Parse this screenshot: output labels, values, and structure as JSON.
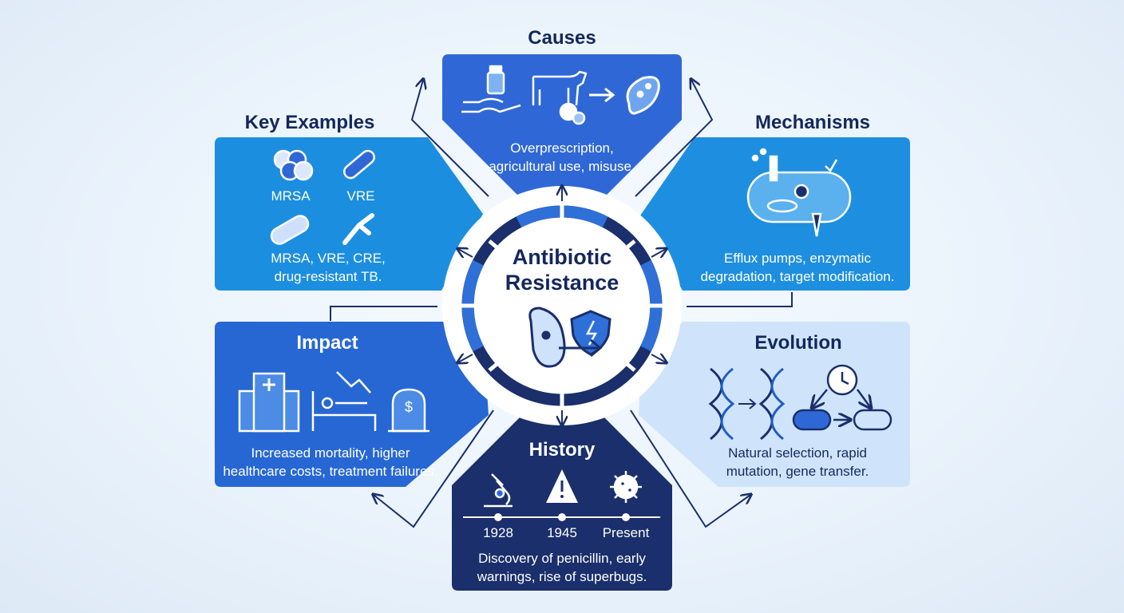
{
  "center": {
    "title_line1": "Antibiotic",
    "title_line2": "Resistance"
  },
  "causes": {
    "heading": "Causes",
    "description_line1": "Overprescription,",
    "description_line2": "agricultural use, misuse."
  },
  "mechanisms": {
    "heading": "Mechanisms",
    "description_line1": "Efflux pumps, enzymatic",
    "description_line2": "degradation, target modification."
  },
  "evolution": {
    "heading": "Evolution",
    "description_line1": "Natural selection, rapid",
    "description_line2": "mutation, gene transfer."
  },
  "history": {
    "heading": "History",
    "timeline": [
      "1928",
      "1945",
      "Present"
    ],
    "description_line1": "Discovery of penicillin, early",
    "description_line2": "warnings, rise of superbugs."
  },
  "impact": {
    "heading": "Impact",
    "description_line1": "Increased mortality, higher",
    "description_line2": "healthcare costs, treatment failures."
  },
  "key_examples": {
    "heading": "Key Examples",
    "labels": [
      "MRSA",
      "VRE"
    ],
    "description_line1": "MRSA, VRE, CRE,",
    "description_line2": "drug-resistant TB."
  },
  "colors": {
    "causes": "#2f68d6",
    "mechanisms": "#1e8fe0",
    "evolution": "#cfe4fb",
    "history": "#1a2f6b",
    "impact": "#2767d4",
    "key_examples": "#1c8ee0",
    "ring_dark": "#1a2f6b",
    "ring_blue": "#2f6fd8"
  }
}
